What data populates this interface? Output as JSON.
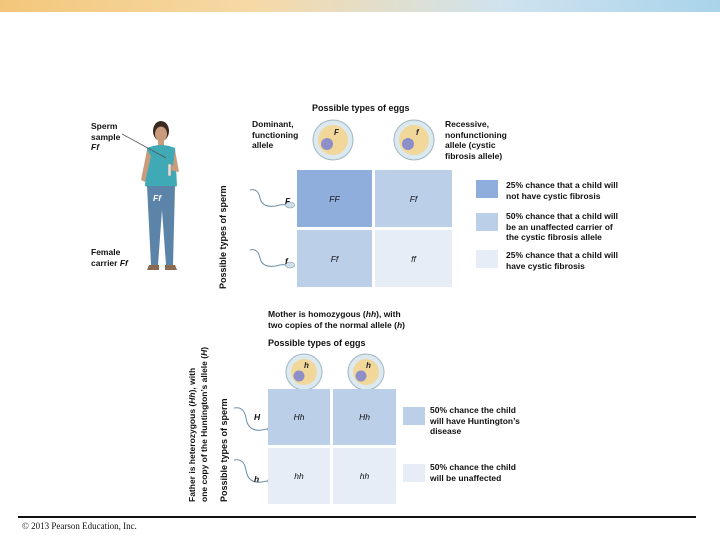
{
  "colors": {
    "cell_dark": "#8faedc",
    "cell_mid": "#bccfe9",
    "cell_light": "#e6edf7",
    "topbar_left": "#f3c77a",
    "topbar_right": "#a9d3ea"
  },
  "cf": {
    "possible_eggs": "Possible types of eggs",
    "possible_sperm": "Possible types of sperm",
    "sperm_sample_line1": "Sperm",
    "sperm_sample_line2": "sample",
    "sperm_sample_line3": "Ff",
    "female_carrier_line1": "Female",
    "female_carrier_line2": "carrier",
    "female_carrier_genotype": "Ff",
    "shirt_label": "Ff",
    "dominant_label": [
      "Dominant,",
      "functioning",
      "allele"
    ],
    "recessive_label": [
      "Recessive,",
      "nonfunctioning",
      "allele (cystic",
      "fibrosis allele)"
    ],
    "egg_alleles": [
      "F",
      "f"
    ],
    "sperm_alleles": [
      "F",
      "f"
    ],
    "cells": [
      "FF",
      "Ff",
      "Ff",
      "ff"
    ],
    "key": [
      [
        "25% chance that a child will",
        "not have cystic fibrosis"
      ],
      [
        "50% chance that a child will",
        "be an unaffected carrier of",
        "the cystic fibrosis allele"
      ],
      [
        "25% chance that a child will",
        "have cystic fibrosis"
      ]
    ]
  },
  "hd": {
    "mother_line1_a": "Mother is homozygous (",
    "mother_line1_b": "hh",
    "mother_line1_c": "), with",
    "mother_line2_a": "two copies of the normal allele (",
    "mother_line2_b": "h",
    "mother_line2_c": ")",
    "father_line1_a": "Father is heterozygous (",
    "father_line1_b": "Hh",
    "father_line1_c": "), with",
    "father_line2_a": "one copy of the Huntington’s allele (",
    "father_line2_b": "H",
    "father_line2_c": ")",
    "possible_eggs": "Possible types of eggs",
    "possible_sperm": "Possible types of sperm",
    "egg_alleles": [
      "h",
      "h"
    ],
    "sperm_alleles": [
      "H",
      "h"
    ],
    "cells": [
      "Hh",
      "Hh",
      "hh",
      "hh"
    ],
    "key": [
      [
        "50% chance the child",
        "will have Huntington’s",
        "disease"
      ],
      [
        "50% chance the child",
        "will be unaffected"
      ]
    ]
  },
  "footer": {
    "copyright": "© 2013 Pearson Education, Inc."
  }
}
